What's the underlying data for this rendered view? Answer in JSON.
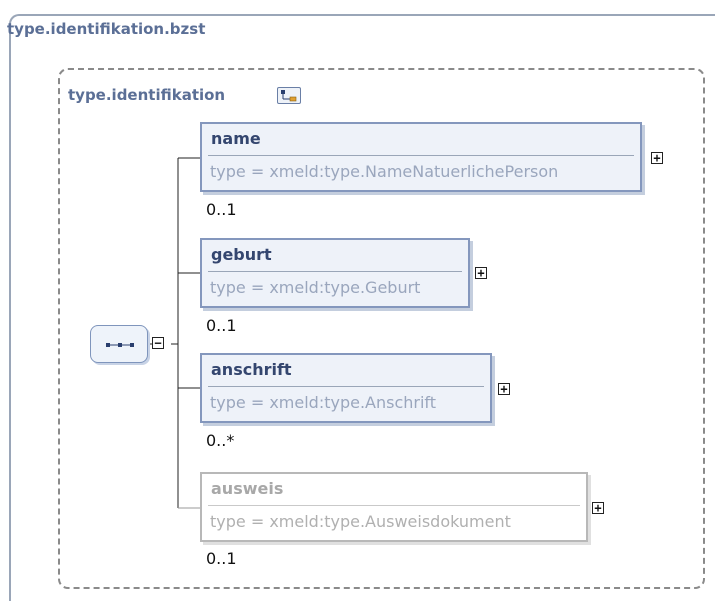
{
  "outer_type": {
    "title": "type.identifikation.bzst"
  },
  "inner_type": {
    "title": "type.identifikation",
    "icon": "complex-type-icon"
  },
  "sequence": {
    "icon": "sequence-compositor-icon",
    "expander": "−"
  },
  "elements": [
    {
      "name": "name",
      "type": "type = xmeld:type.NameNatuerlichePerson",
      "cardinality": "0..1",
      "expander": "+",
      "style": "optional"
    },
    {
      "name": "geburt",
      "type": "type = xmeld:type.Geburt",
      "cardinality": "0..1",
      "expander": "+",
      "style": "optional"
    },
    {
      "name": "anschrift",
      "type": "type = xmeld:type.Anschrift",
      "cardinality": "0..*",
      "expander": "+",
      "style": "optional"
    },
    {
      "name": "ausweis",
      "type": "type = xmeld:type.Ausweisdokument",
      "cardinality": "0..1",
      "expander": "+",
      "style": "optional-gray"
    }
  ],
  "colors": {
    "title": "#5b6f96",
    "element_border": "#8497bd",
    "element_fill": "#eef2f9",
    "element_name": "#34466f",
    "element_type": "#9aa6bd",
    "gray_border": "#b8b8b8"
  }
}
